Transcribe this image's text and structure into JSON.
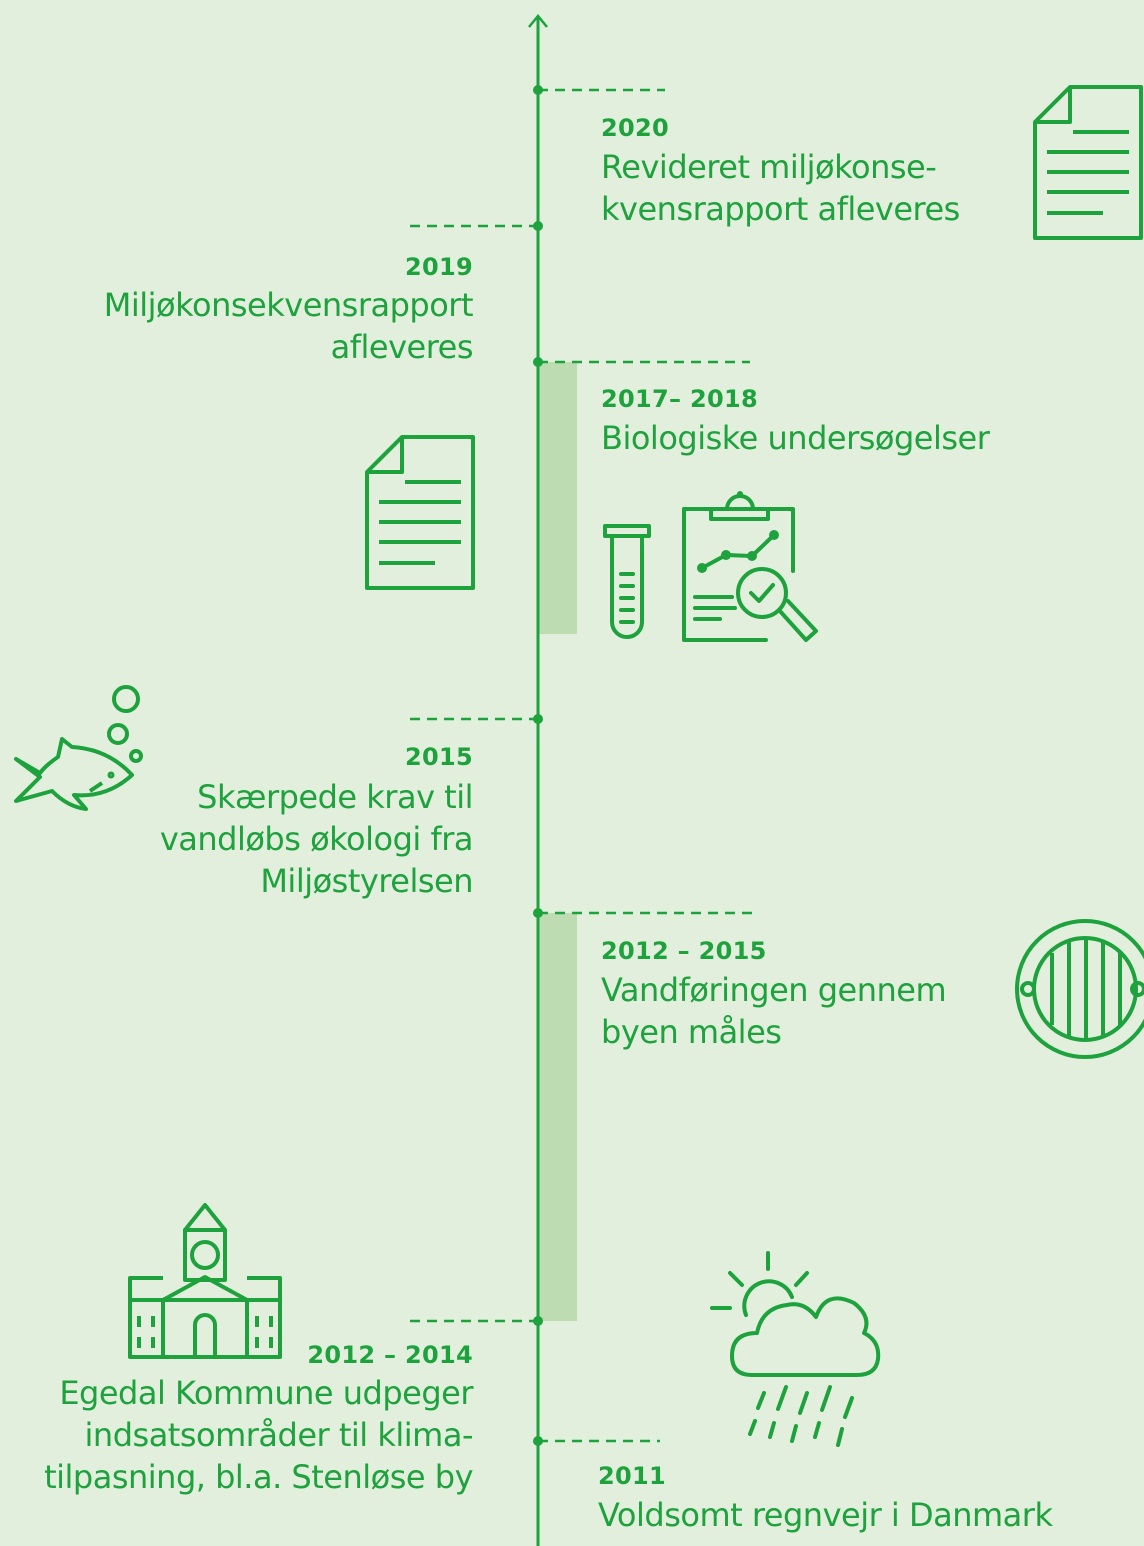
{
  "timeline": {
    "accent_color": "#1da23d",
    "background_color": "#e2efdc",
    "period_color": "#bedcb2",
    "events": [
      {
        "year": "2020",
        "text": [
          "Revideret miljøkonse-",
          "kvensrapport afleveres"
        ],
        "icon": "document-icon"
      },
      {
        "year": "2019",
        "text": [
          "Miljøkonsekvensrapport",
          "afleveres"
        ],
        "icon": "document-icon"
      },
      {
        "year": "2017– 2018",
        "text": [
          "Biologiske undersøgelser"
        ],
        "icon": [
          "test-tube-icon",
          "clipboard-analysis-icon"
        ]
      },
      {
        "year": "2015",
        "text": [
          "Skærpede krav til",
          "vandløbs økologi fra",
          "Miljøstyrelsen"
        ],
        "icon": "fish-icon"
      },
      {
        "year": "2012 – 2015",
        "text": [
          "Vandføringen gennem",
          "byen måles"
        ],
        "icon": "manhole-cover-icon"
      },
      {
        "year": "2012 – 2014",
        "text": [
          "Egedal Kommune udpeger",
          "indsatsområder til klima-",
          "tilpasning, bl.a. Stenløse by"
        ],
        "icon": "town-hall-icon"
      },
      {
        "year": "2011",
        "text": [
          "Voldsomt regnvejr i Danmark"
        ],
        "icon": "rain-cloud-sun-icon"
      }
    ]
  }
}
